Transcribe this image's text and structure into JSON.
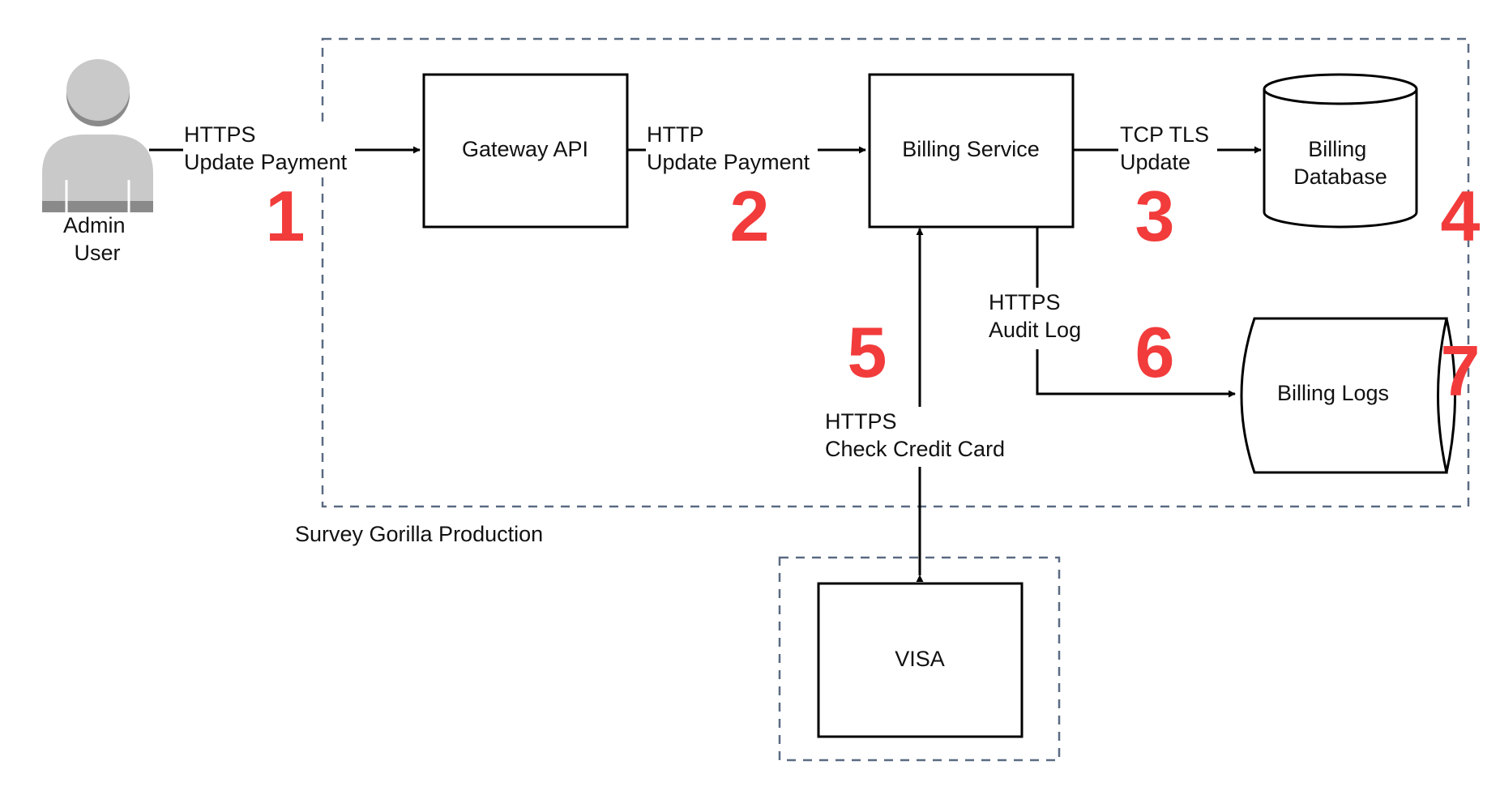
{
  "nodes": {
    "admin_user": {
      "lines": [
        "Admin",
        "User"
      ]
    },
    "gateway_api": {
      "label": "Gateway API"
    },
    "billing_service": {
      "label": "Billing Service"
    },
    "billing_database": {
      "lines": [
        "Billing",
        "Database"
      ]
    },
    "billing_logs": {
      "label": "Billing Logs"
    },
    "visa": {
      "label": "VISA"
    }
  },
  "zones": {
    "production": {
      "label": "Survey Gorilla Production"
    }
  },
  "edges": {
    "user_to_gateway": {
      "protocol": "HTTPS",
      "action": "Update Payment"
    },
    "gateway_to_billing": {
      "protocol": "HTTP",
      "action": "Update Payment"
    },
    "billing_to_database": {
      "protocol": "TCP TLS",
      "action": "Update"
    },
    "billing_to_logs": {
      "protocol": "HTTPS",
      "action": "Audit Log"
    },
    "billing_to_visa": {
      "protocol": "HTTPS",
      "action": "Check Credit Card"
    }
  },
  "markers": [
    "1",
    "2",
    "3",
    "4",
    "5",
    "6",
    "7"
  ],
  "colors": {
    "marker": "#f23b3b",
    "zone_border": "#5a6b82",
    "user_icon": "#c9c9c9",
    "user_icon_shadow": "#8a8a8a"
  }
}
